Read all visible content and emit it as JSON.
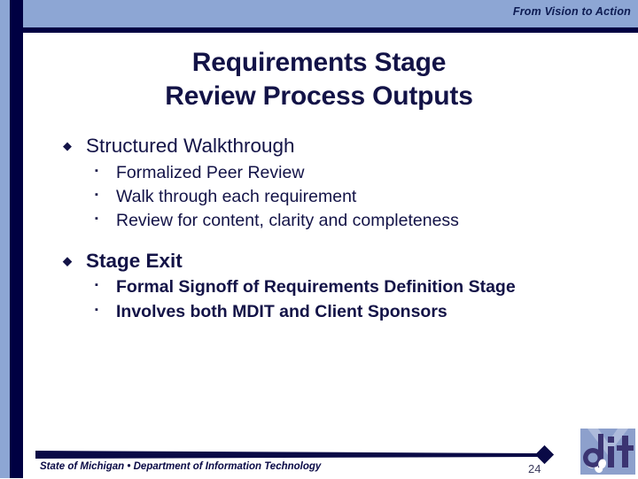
{
  "header": {
    "tagline": "From Vision to Action"
  },
  "title": {
    "line1": "Requirements Stage",
    "line2": "Review Process Outputs"
  },
  "glyphs": {
    "level1_bullet": "◆",
    "level2_bullet": "▪"
  },
  "content": {
    "groups": [
      {
        "heading": "Structured Walkthrough",
        "emphasis": false,
        "items": [
          "Formalized Peer Review",
          "Walk through each requirement",
          "Review for content, clarity and completeness"
        ]
      },
      {
        "heading": "Stage Exit",
        "emphasis": true,
        "items": [
          "Formal Signoff of Requirements Definition Stage",
          "Involves both MDIT and Client Sponsors"
        ]
      }
    ]
  },
  "footer": {
    "organization": "State of Michigan • Department of Information Technology",
    "page_number": "24",
    "logo_text": "dit"
  },
  "colors": {
    "navy": "#000042",
    "text_navy": "#131347",
    "periwinkle": "#8da6d4",
    "logo_bg": "#8da0cc",
    "logo_letters": "#3b3472",
    "white": "#ffffff"
  }
}
